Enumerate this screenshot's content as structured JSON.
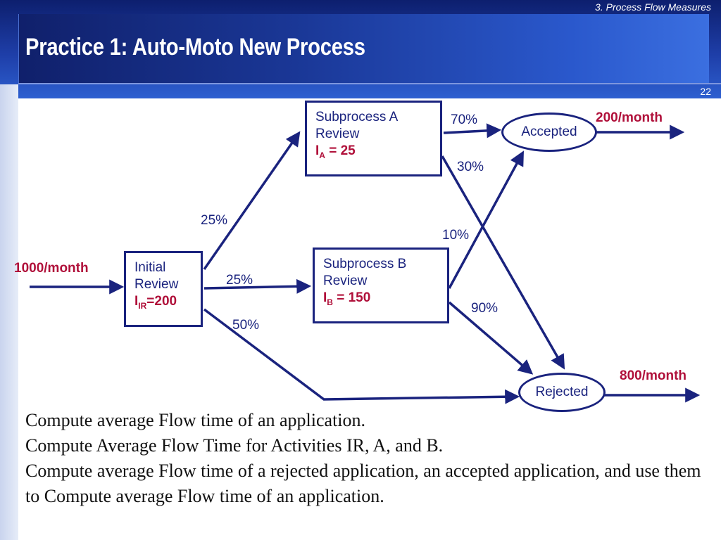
{
  "header": {
    "section": "3. Process Flow Measures",
    "title": "Practice 1: Auto-Moto New Process",
    "page_number": "22"
  },
  "diagram": {
    "input_rate": "1000/month",
    "initial_review": {
      "line1": "Initial",
      "line2": "Review",
      "inv_label": "I",
      "inv_sub": "IR",
      "inv_value": "=200"
    },
    "subprocess_a": {
      "line1": "Subprocess A",
      "line2": "Review",
      "inv_label": "I",
      "inv_sub": "A",
      "inv_value": " = 25"
    },
    "subprocess_b": {
      "line1": "Subprocess B",
      "line2": "Review",
      "inv_label": "I",
      "inv_sub": "B",
      "inv_value": " = 150"
    },
    "accepted": "Accepted",
    "rejected": "Rejected",
    "accepted_rate": "200/month",
    "rejected_rate": "800/month",
    "pct_ir_to_a": "25%",
    "pct_ir_to_b": "25%",
    "pct_ir_to_rejected": "50%",
    "pct_a_to_accepted": "70%",
    "pct_a_to_rejected": "30%",
    "pct_b_to_accepted": "10%",
    "pct_b_to_rejected": "90%"
  },
  "tasks": [
    "Compute average Flow time of an application.",
    "Compute Average Flow Time  for Activities IR, A, and B.",
    "Compute average Flow time of a rejected application, an accepted application, and use them to Compute average Flow time of an application."
  ],
  "colors": {
    "header_dark": "#0d1f6e",
    "header_light": "#2d5fd0",
    "diagram_navy": "#1a237e",
    "highlight": "#b0103a"
  }
}
